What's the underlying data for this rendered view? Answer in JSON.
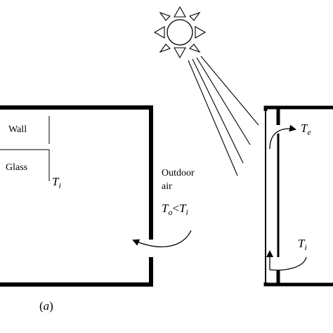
{
  "labels": {
    "wall": "Wall",
    "glass": "Glass",
    "ti_left_main": "T",
    "ti_left_sub": "i",
    "outdoor_line1": "Outdoor",
    "outdoor_line2": "air",
    "to_main": "T",
    "to_sub": "o",
    "lt": "<",
    "ti_mid_main": "T",
    "ti_mid_sub": "i",
    "te_main": "T",
    "te_sub": "e",
    "ti_right_main": "T",
    "ti_right_sub": "i",
    "caption_open": "(",
    "caption_letter": "a",
    "caption_close": ")"
  },
  "icons": {
    "sun": "sun-icon",
    "sun_rays": "solar-radiation-lines",
    "airflow": "curved-arrow-icon"
  }
}
